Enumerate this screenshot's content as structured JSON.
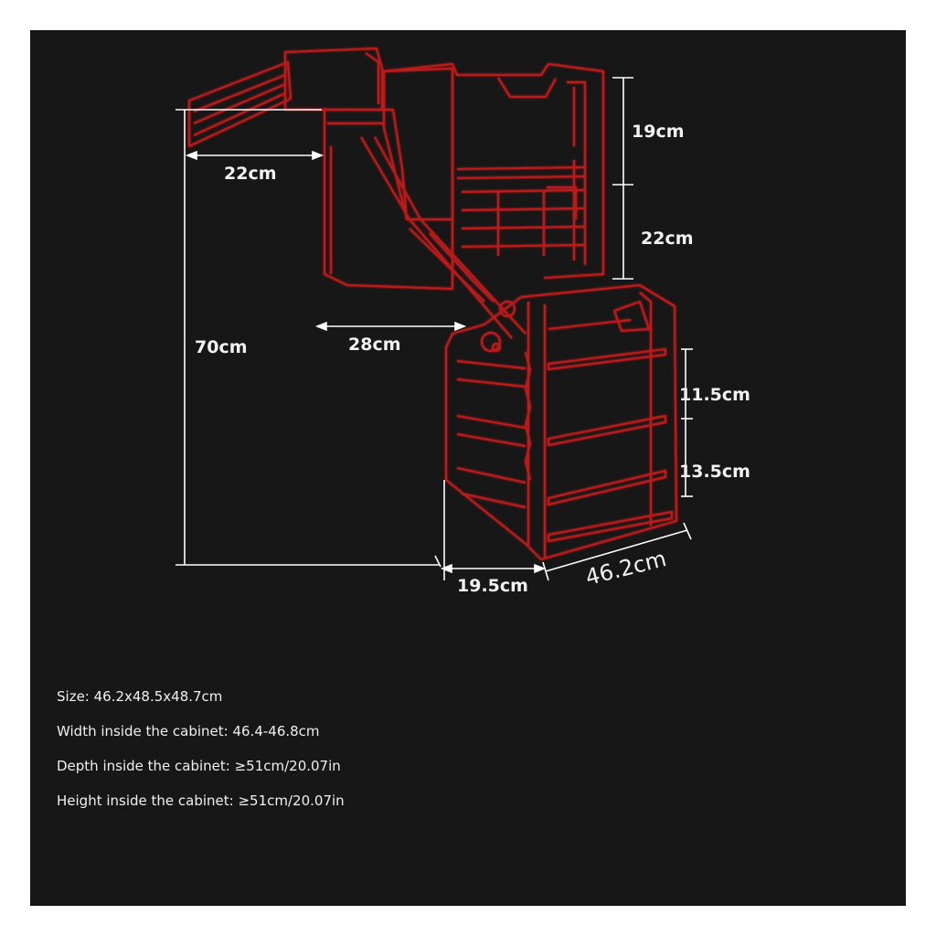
{
  "diagram": {
    "dimensions": {
      "top_depth": "22cm",
      "upper_height": "19cm",
      "middle_height": "22cm",
      "total_height": "70cm",
      "mid_depth": "28cm",
      "shelf_gap_upper": "11.5cm",
      "shelf_gap_lower": "13.5cm",
      "base_depth": "19.5cm",
      "width": "46.2cm"
    },
    "line_color": "#b81a1a",
    "dimension_color": "#ffffff"
  },
  "specs": [
    "Size: 46.2x48.5x48.7cm",
    "Width inside the cabinet: 46.4-46.8cm",
    "Depth inside the cabinet: ≥51cm/20.07in",
    "Height inside the cabinet: ≥51cm/20.07in"
  ]
}
